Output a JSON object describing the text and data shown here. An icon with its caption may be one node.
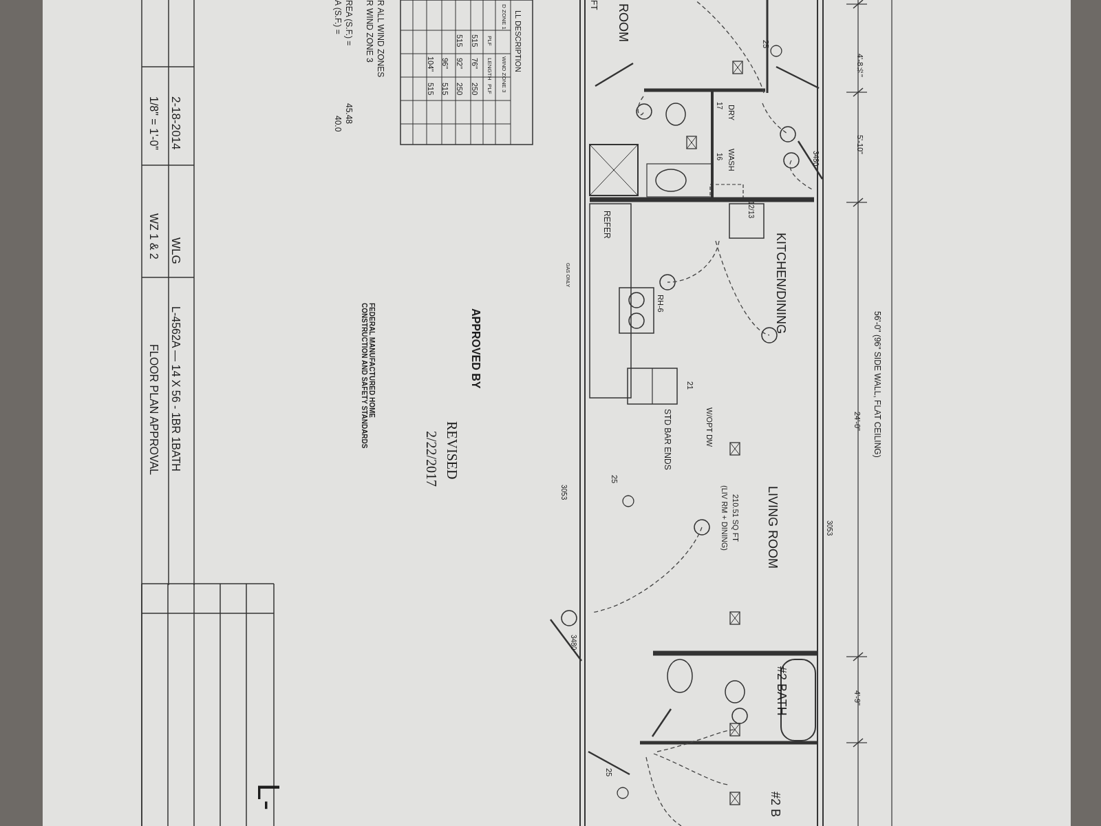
{
  "diagram": {
    "labels": [
      "56'-0\" (96\" SIDE WALL, FLAT CEILING)",
      "4'-8½\"",
      "5'-10\"",
      "24'-0\"",
      "4'-9\"",
      "ROOM",
      "FT",
      "25",
      "DRY",
      "17",
      "WASH",
      "16",
      "3480",
      "12/13",
      "REFER",
      "KITCHEN/DINING",
      "GAS ONLY",
      "RH-6",
      "21",
      "W/OPT DW",
      "STD BAR ENDS",
      "LIVING ROOM",
      "210.51 SQ FT",
      "(LIV RM + DINING)",
      "3053",
      "3053",
      "25",
      "#2 BATH",
      "3480",
      "25",
      "#2 B",
      "LL DESCRIPTION",
      "D ZONE 1",
      "WIND ZONE 3",
      "PLF",
      "LENGTH",
      "PLF",
      "515",
      "76\"",
      "250",
      "515",
      "92\"",
      "250",
      "96\"",
      "515",
      "104\"",
      "515",
      "APPROVED BY",
      "REVISED",
      "2/22/2017",
      "FEDERAL MANUFACTURED HOME CONSTRUCTION AND SAFETY STANDARDS",
      "R ALL WIND ZONES",
      "R WIND ZONE 3",
      "REA (S.F.) =",
      "45.48",
      "A (S.F.) =",
      "40.0",
      "2-18-2014",
      "1/8\" = 1'-0\"",
      "WLG",
      "WZ 1 & 2",
      "L-4562A — 14 X 56 - 1BR 1BATH",
      "FLOOR PLAN APPROVAL",
      "L-"
    ]
  }
}
